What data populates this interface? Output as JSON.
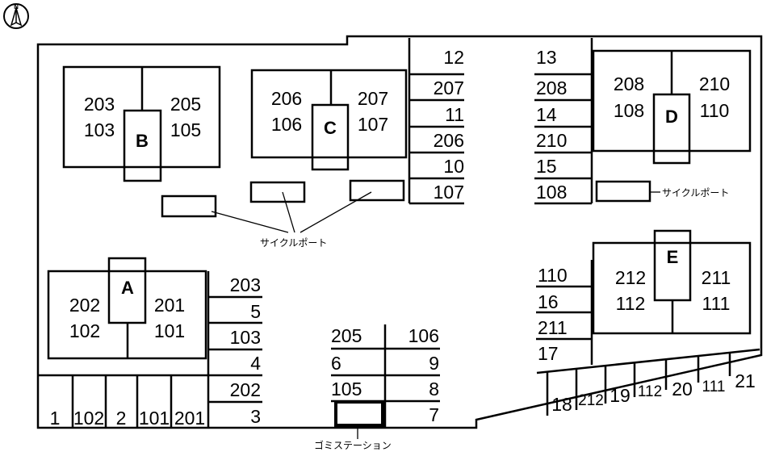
{
  "north_symbol": "N",
  "buildings": [
    {
      "id": "A",
      "units": [
        [
          "202",
          "102"
        ],
        [
          "201",
          "101"
        ]
      ]
    },
    {
      "id": "B",
      "units": [
        [
          "203",
          "103"
        ],
        [
          "205",
          "105"
        ]
      ]
    },
    {
      "id": "C",
      "units": [
        [
          "206",
          "106"
        ],
        [
          "207",
          "107"
        ]
      ]
    },
    {
      "id": "D",
      "units": [
        [
          "208",
          "108"
        ],
        [
          "210",
          "110"
        ]
      ]
    },
    {
      "id": "E",
      "units": [
        [
          "212",
          "112"
        ],
        [
          "211",
          "111"
        ]
      ]
    }
  ],
  "parking_col_center": [
    "12",
    "207",
    "11",
    "206",
    "10",
    "107"
  ],
  "parking_col_right_top": [
    "13",
    "208",
    "14",
    "210",
    "15",
    "108"
  ],
  "parking_col_left_mid": [
    "203",
    "5",
    "103",
    "4",
    "202",
    "3"
  ],
  "parking_col_right_mid": [
    "110",
    "16",
    "211",
    "17"
  ],
  "parking_center_left": [
    "205",
    "6",
    "105"
  ],
  "parking_center_right": [
    "106",
    "9",
    "8",
    "7"
  ],
  "parking_bottom_left": [
    "1",
    "102",
    "2",
    "101",
    "201"
  ],
  "parking_bottom_right": [
    "18",
    "212",
    "19",
    "112",
    "20",
    "111",
    "21"
  ],
  "labels": {
    "cycle_port": "サイクルポート",
    "cycle_port_right": "サイクルポート",
    "garbage_station": "ゴミステーション"
  }
}
